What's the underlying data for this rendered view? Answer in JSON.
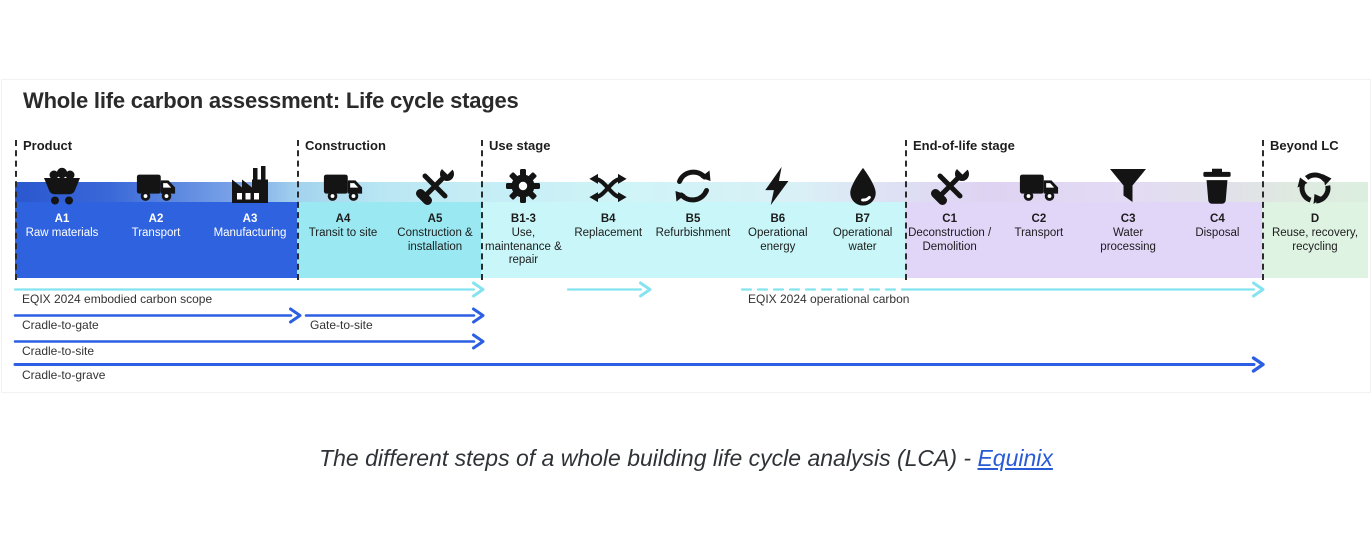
{
  "figure": {
    "title": "Whole life carbon assessment: Life cycle stages"
  },
  "colors": {
    "arrow_cyan": "#85e3f1",
    "arrow_blue": "#2c5fe3",
    "icon_black": "#141414",
    "link_blue": "#2a5bd7"
  },
  "sections": [
    {
      "id": "product",
      "label": "Product",
      "band_color": "#2f62de",
      "text_color": "#ffffff",
      "stages": [
        {
          "code": "A1",
          "label": "Raw materials",
          "icon": "minecart-icon"
        },
        {
          "code": "A2",
          "label": "Transport",
          "icon": "truck-icon"
        },
        {
          "code": "A3",
          "label": "Manufacturing",
          "icon": "factory-icon"
        }
      ]
    },
    {
      "id": "construction",
      "label": "Construction",
      "band_color": "#9ae9f2",
      "text_color": "#1c1c1c",
      "stages": [
        {
          "code": "A4",
          "label": "Transit to site",
          "icon": "truck-icon"
        },
        {
          "code": "A5",
          "label": "Construction & installation",
          "icon": "tools-icon"
        }
      ]
    },
    {
      "id": "use-stage",
      "label": "Use stage",
      "band_color": "#c9f6f8",
      "text_color": "#1c1c1c",
      "stages": [
        {
          "code": "B1-3",
          "label": "Use, maintenance & repair",
          "icon": "gear-icon"
        },
        {
          "code": "B4",
          "label": "Replacement",
          "icon": "shuffle-icon"
        },
        {
          "code": "B5",
          "label": "Refurbishment",
          "icon": "refresh-icon"
        },
        {
          "code": "B6",
          "label": "Operational energy",
          "icon": "bolt-icon"
        },
        {
          "code": "B7",
          "label": "Operational water",
          "icon": "drop-icon"
        }
      ]
    },
    {
      "id": "end-of-life",
      "label": "End-of-life stage",
      "band_color": "#e1d5f8",
      "text_color": "#1c1c1c",
      "stages": [
        {
          "code": "C1",
          "label": "Deconstruction / Demolition",
          "icon": "tools-icon"
        },
        {
          "code": "C2",
          "label": "Transport",
          "icon": "truck-icon"
        },
        {
          "code": "C3",
          "label": "Water processing",
          "icon": "funnel-icon"
        },
        {
          "code": "C4",
          "label": "Disposal",
          "icon": "trash-icon"
        }
      ]
    },
    {
      "id": "beyond-lc",
      "label": "Beyond LC",
      "band_color": "#def3e2",
      "text_color": "#1c1c1c",
      "stages": [
        {
          "code": "D",
          "label": "Reuse, recovery, recycling",
          "icon": "recycle-icon"
        }
      ]
    }
  ],
  "scope_arrows": [
    {
      "id": "embodied",
      "label": "EQIX 2024 embodied carbon scope"
    },
    {
      "id": "operational",
      "label": "EQIX 2024 operational carbon"
    },
    {
      "id": "cradle-to-gate",
      "label": "Cradle-to-gate"
    },
    {
      "id": "gate-to-site",
      "label": "Gate-to-site"
    },
    {
      "id": "cradle-to-site",
      "label": "Cradle-to-site"
    },
    {
      "id": "cradle-to-grave",
      "label": "Cradle-to-grave"
    }
  ],
  "caption": {
    "text": "The different steps of a whole building life cycle analysis (LCA) - ",
    "link_label": "Equinix"
  }
}
